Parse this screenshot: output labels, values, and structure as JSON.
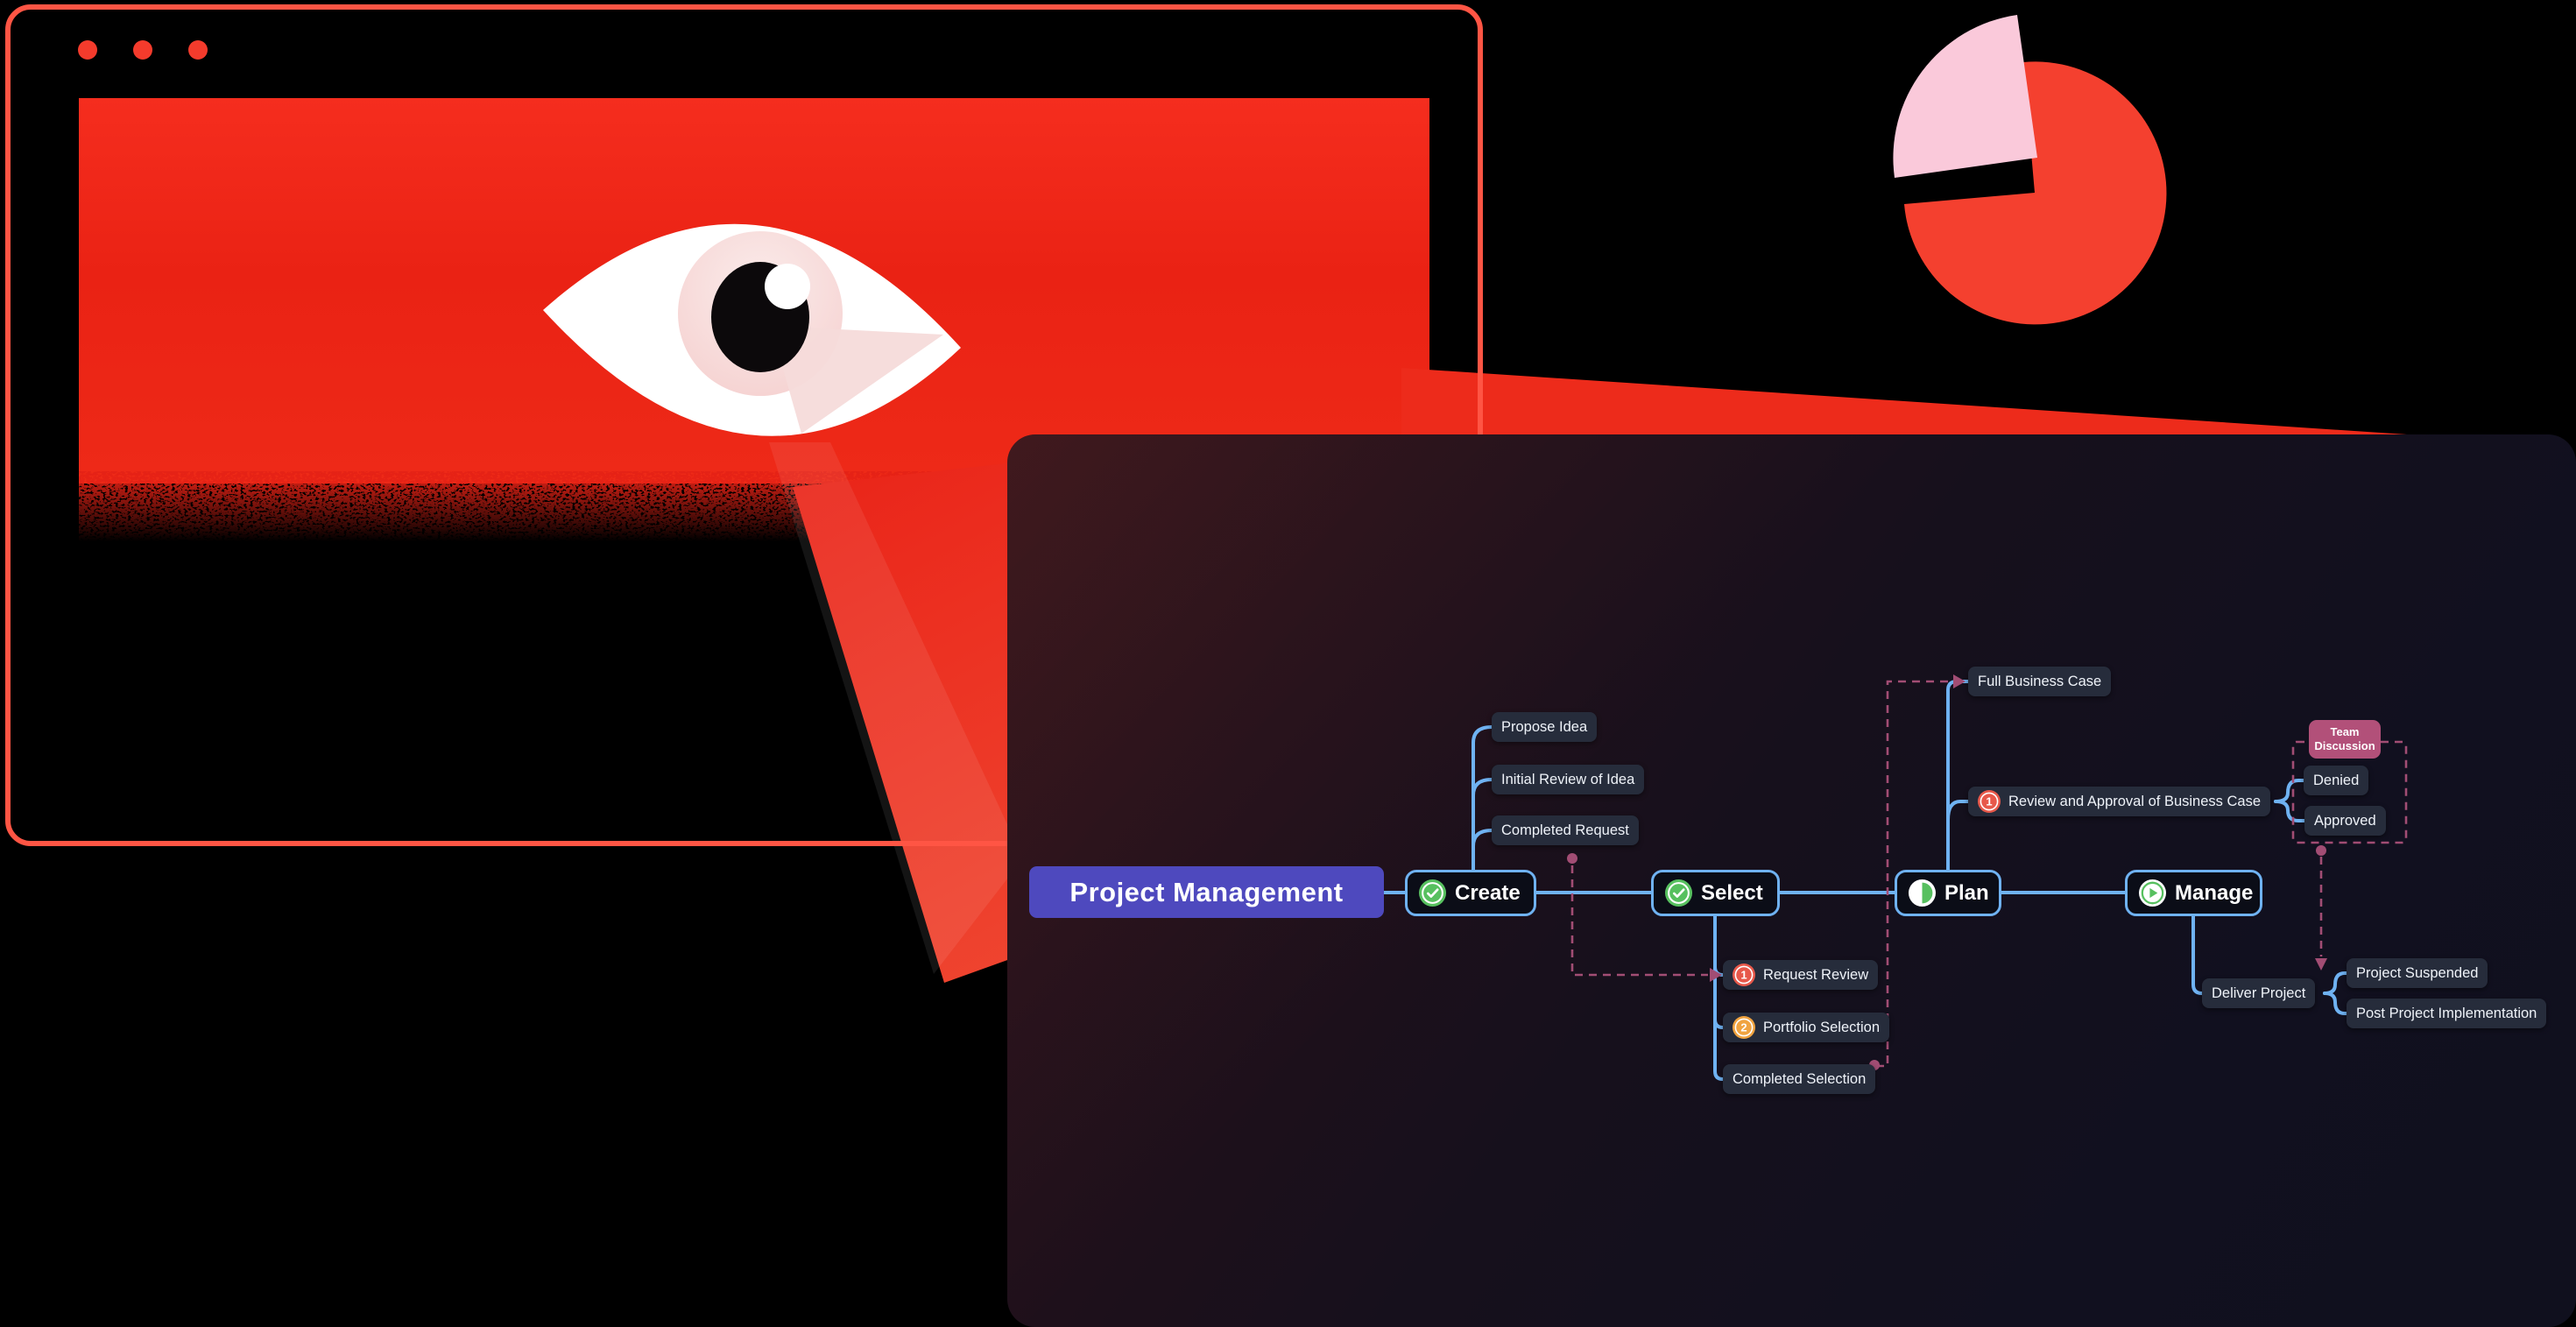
{
  "illustration": {
    "browser_window": {
      "window_controls": "three-dots",
      "eye_icon": "stylized eye watching",
      "border_color": "#ff5544",
      "fill_color": "#f2291a"
    },
    "pie_chart": {
      "type": "pie",
      "slices": [
        {
          "name": "main",
          "fraction": 0.75,
          "color": "#f4402f"
        },
        {
          "name": "exploded",
          "fraction": 0.25,
          "color": "#fac9da"
        }
      ]
    }
  },
  "colors": {
    "accent_blue": "#6fb2f2",
    "root_node": "#4e49be",
    "sub_node_bg": "#262c3b",
    "dashed_rose": "#a24d74",
    "team_tag_bg": "#b25079",
    "badge_green": "#57c05f",
    "badge_red": "#e7584a",
    "badge_orange": "#f0a340",
    "panel_bg": "#16101c"
  },
  "mindmap": {
    "root_label": "Project Management",
    "create_label": "Create",
    "select_label": "Select",
    "plan_label": "Plan",
    "manage_label": "Manage",
    "propose_idea": "Propose Idea",
    "initial_review": "Initial Review of Idea",
    "completed_request": "Completed Request",
    "request_review": "Request Review",
    "request_review_badge": "1",
    "portfolio_selection": "Portfolio Selection",
    "portfolio_selection_badge": "2",
    "completed_selection": "Completed Selection",
    "full_business_case": "Full Business Case",
    "review_approval": "Review and Approval of Business Case",
    "review_approval_badge": "1",
    "team_discussion": "Team Discussion",
    "denied": "Denied",
    "approved": "Approved",
    "deliver_project": "Deliver Project",
    "project_suspended": "Project Suspended",
    "post_project_implementation": "Post Project Implementation"
  }
}
